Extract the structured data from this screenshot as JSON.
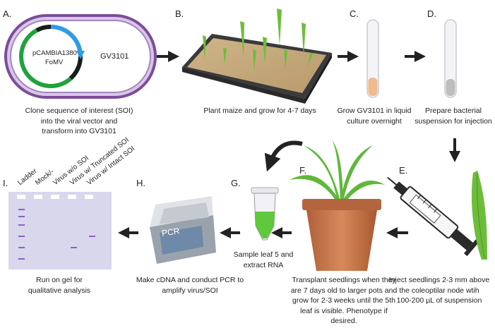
{
  "steps": {
    "a": {
      "letter": "A.",
      "caption": [
        "Clone sequence of interest (SOI)",
        "into the viral vector and",
        "transform into GV3101"
      ],
      "plasmid_name": "pCAMBIA1380",
      "insert_name": "FoMV",
      "strain": "GV3101"
    },
    "b": {
      "letter": "B.",
      "caption": [
        "Plant maize and grow for 4-7 days"
      ]
    },
    "c": {
      "letter": "C.",
      "caption": [
        "Grow GV3101 in liquid",
        "culture overnight"
      ]
    },
    "d": {
      "letter": "D.",
      "caption": [
        "Prepare bacterial",
        "suspension for injection"
      ]
    },
    "e": {
      "letter": "E.",
      "caption": [
        "Inject seedlings 2-3 mm above",
        "the coleoptilar node wtih",
        "100-200 µL of suspension"
      ]
    },
    "f": {
      "letter": "F.",
      "caption": [
        "Transplant seedlings when they",
        "are 7 days old to larger pots and",
        "grow for 2-3 weeks until the 5th",
        "leaf is visible. Phenotype if",
        "desired."
      ]
    },
    "g": {
      "letter": "G.",
      "caption": [
        "Sample leaf 5 and",
        "extract RNA"
      ]
    },
    "h": {
      "letter": "H.",
      "caption": [
        "Make cDNA and conduct PCR to",
        "amplify virus/SOI"
      ],
      "machine_label": "PCR"
    },
    "i": {
      "letter": "I.",
      "caption": [
        "Run on gel for",
        "qualitative analysis"
      ],
      "lanes": [
        "Ladder",
        "Mock/-",
        "Virus w/o SOI",
        "Virus w/ Truncated SOI",
        "Virus w/ Intact SOI"
      ]
    }
  },
  "colors": {
    "cell_wall": "#7b4d9a",
    "plasmid_green": "#1fa33a",
    "plasmid_blue": "#2f9be6",
    "gel": "#d9d7ec",
    "band": "#8a63c8",
    "pot": "#c7744a",
    "leaf": "#5fb83a",
    "arrow": "#222222"
  }
}
